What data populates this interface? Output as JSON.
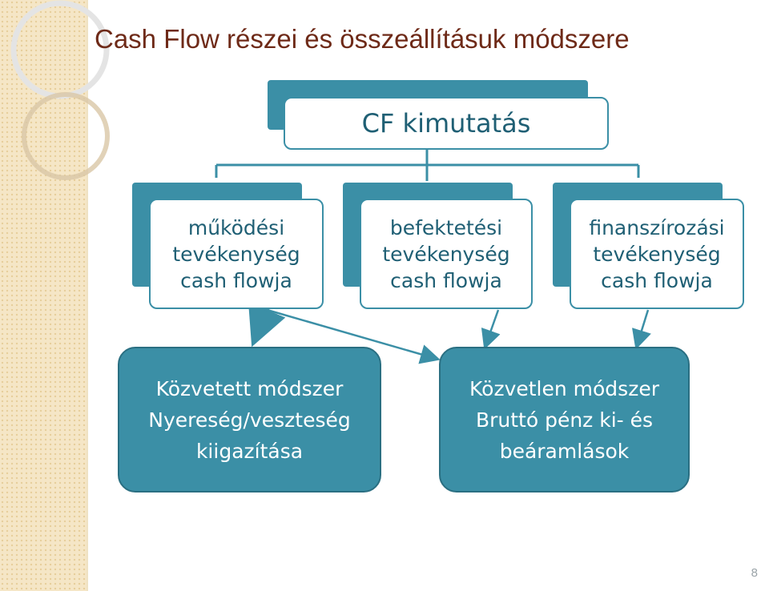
{
  "slide": {
    "title": "Cash Flow részei és összeállításuk módszere",
    "page_number": "8"
  },
  "diagram": {
    "root": {
      "label": "CF kimutatás"
    },
    "activities": [
      {
        "lines": [
          "működési",
          "tevékenység",
          "cash flowja"
        ]
      },
      {
        "lines": [
          "befektetési",
          "tevékenység",
          "cash flowja"
        ]
      },
      {
        "lines": [
          "finanszírozási",
          "tevékenység",
          "cash flowja"
        ]
      }
    ],
    "methods": [
      {
        "lines": [
          "Közvetett módszer",
          "Nyereség/veszteség",
          "kiigazítása"
        ]
      },
      {
        "lines": [
          "Közvetlen módszer",
          "Bruttó pénz ki- és",
          "beáramlások"
        ]
      }
    ]
  },
  "colors": {
    "accent": "#3b8fa6",
    "title": "#6e2a18",
    "node_text": "#1f5f74"
  }
}
